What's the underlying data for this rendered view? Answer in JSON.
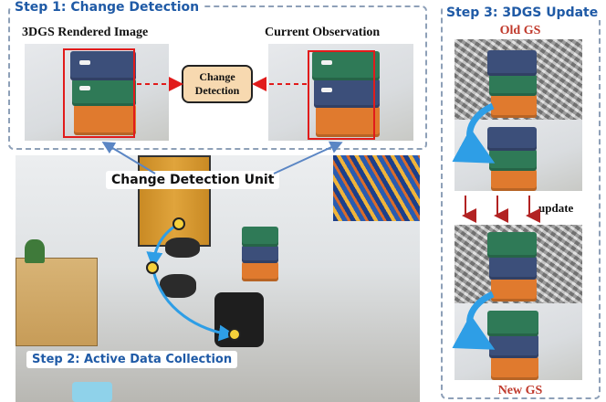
{
  "step1": {
    "title": "Step 1: Change Detection",
    "rendered_label": "3DGS Rendered Image",
    "observation_label": "Current Observation",
    "detector_line1": "Change",
    "detector_line2": "Detection"
  },
  "step2": {
    "title": "Step 2: Active Data Collection",
    "unit_label": "Change Detection Unit"
  },
  "step3": {
    "title": "Step 3: 3DGS Update",
    "old_label": "Old GS",
    "update_label": "update",
    "new_label": "New GS"
  },
  "colors": {
    "step_title": "#1f5aa6",
    "red_label": "#c0392b",
    "arrow_blue": "#2e9ee6",
    "arrow_red": "#b22222",
    "highlight_red": "#e11b1b",
    "detector_fill": "#f7d9b0"
  }
}
